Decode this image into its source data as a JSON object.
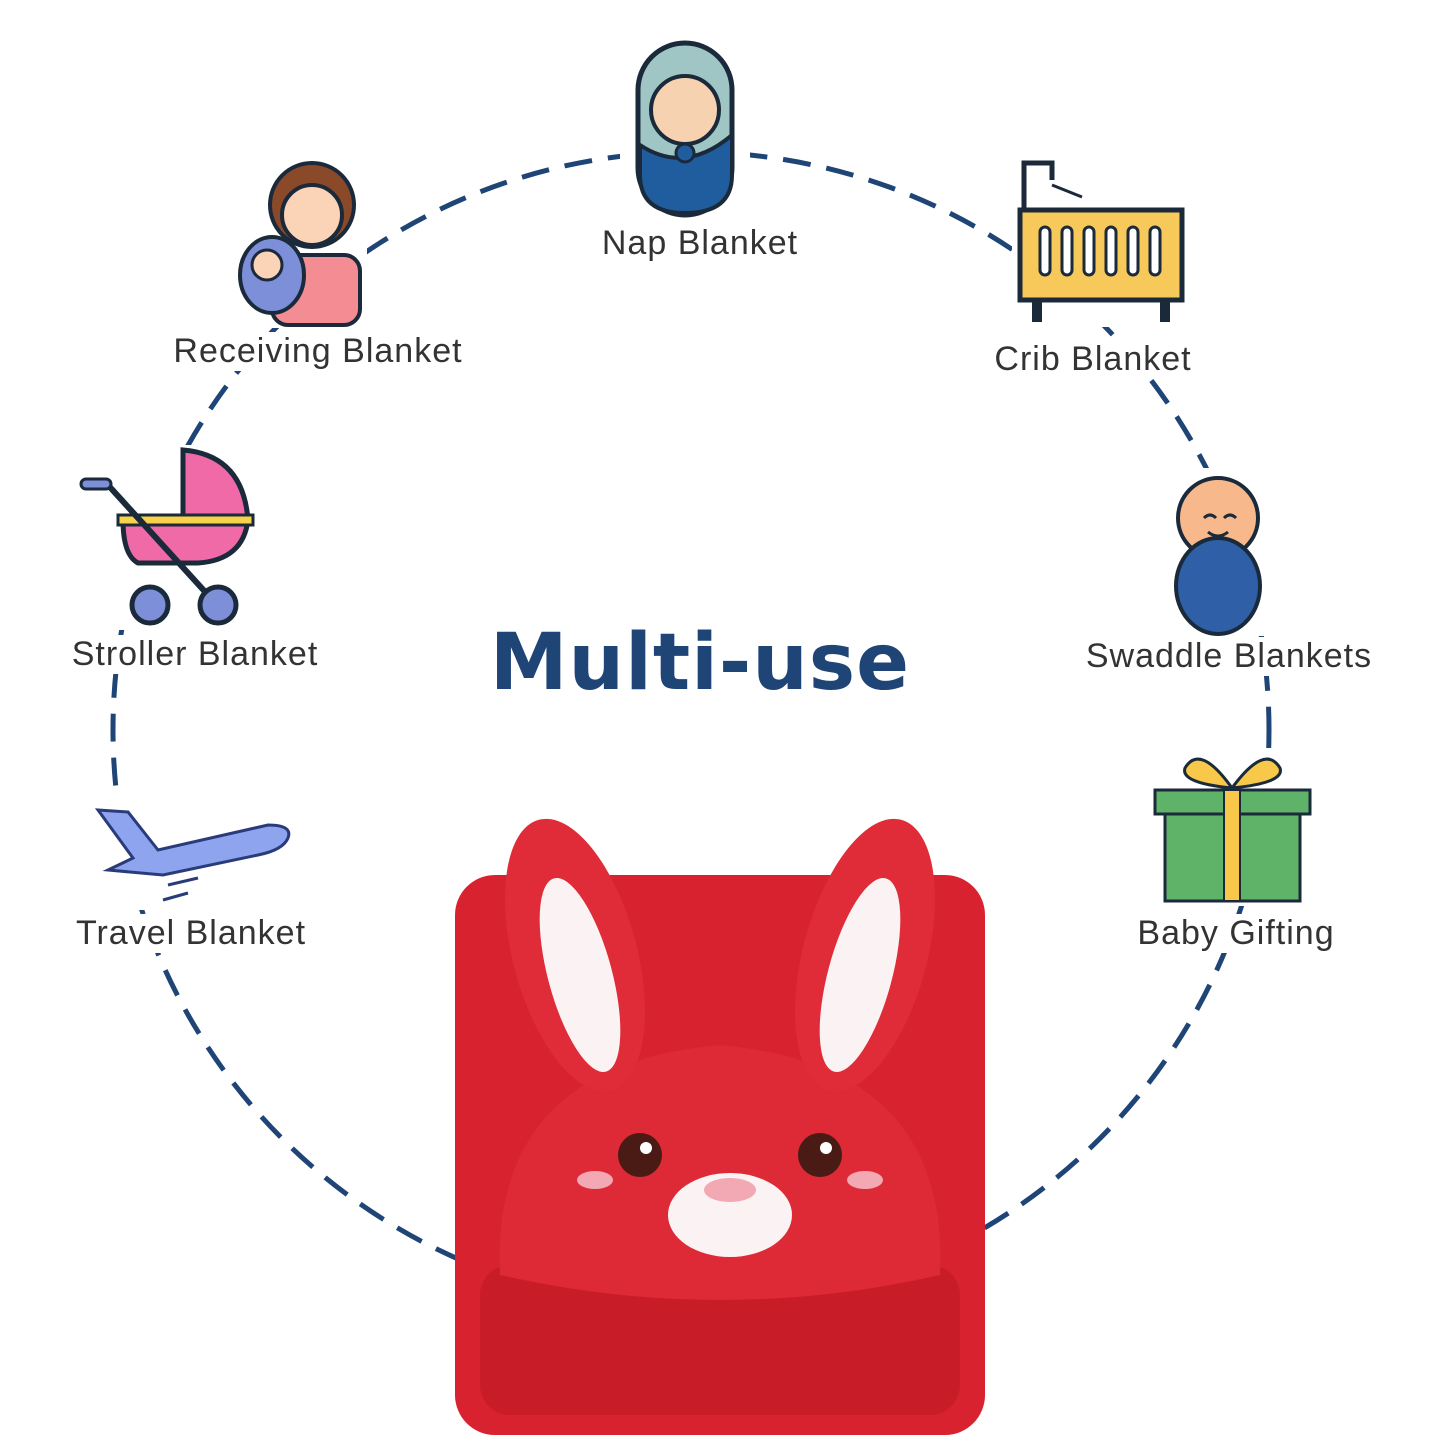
{
  "title": "Multi-use",
  "uses": [
    {
      "label": "Nap Blanket",
      "icon": "swaddled-baby-pacifier-icon"
    },
    {
      "label": "Receiving Blanket",
      "icon": "mother-holding-baby-icon"
    },
    {
      "label": "Crib Blanket",
      "icon": "crib-icon"
    },
    {
      "label": "Stroller Blanket",
      "icon": "stroller-icon"
    },
    {
      "label": "Swaddle Blankets",
      "icon": "swaddled-baby-icon"
    },
    {
      "label": "Travel Blanket",
      "icon": "airplane-icon"
    },
    {
      "label": "Baby Gifting",
      "icon": "gift-box-icon"
    }
  ],
  "colors": {
    "accent": "#1f4577",
    "blanket": "#d8222f",
    "text": "#333333"
  }
}
